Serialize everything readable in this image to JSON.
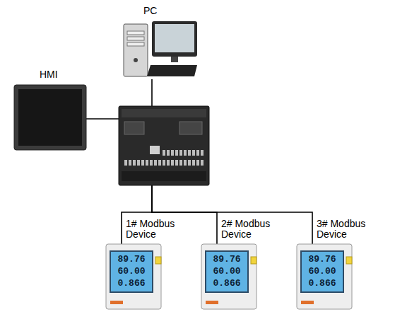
{
  "diagram": {
    "nodes": [
      {
        "text": [
          "PC"
        ]
      },
      {
        "text": [
          "HMI"
        ]
      },
      {
        "text": []
      },
      {
        "text": [
          "1# Modbus Device",
          "89.76",
          "60.00",
          "0.866"
        ]
      },
      {
        "text": [
          "2# Modbus Device",
          "89.76",
          "60.00",
          "0.866"
        ]
      },
      {
        "text": [
          "3# Modbus Device",
          "89.76",
          "60.00",
          "0.866"
        ]
      }
    ],
    "edges": [
      {
        "from": 0,
        "to": 2,
        "arrow": "none"
      },
      {
        "from": 1,
        "to": 2,
        "arrow": "none"
      },
      {
        "from": 2,
        "to": 3,
        "arrow": "none"
      },
      {
        "from": 2,
        "to": 4,
        "arrow": "none"
      },
      {
        "from": 2,
        "to": 5,
        "arrow": "none"
      }
    ]
  }
}
